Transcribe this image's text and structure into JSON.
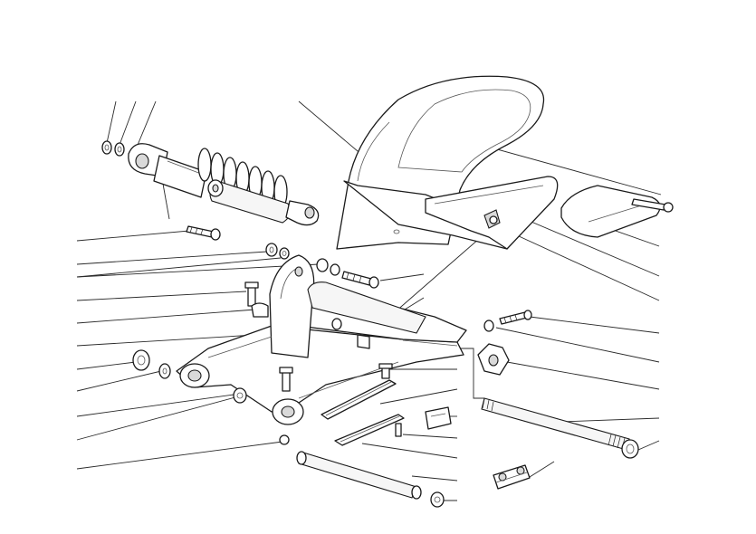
{
  "diagram": {
    "kind": "exploded-parts-drawing",
    "subject": "swingarm-and-rear-suspension",
    "line_color": "#1a1a1a",
    "background": "#ffffff",
    "leader_line_count": 33,
    "parts": [
      "shock-absorber",
      "rear-mudguard",
      "chain-guard",
      "chain-guard-cover",
      "swingarm",
      "swingarm-pivot-shaft",
      "wheel-spindle",
      "chain-adjuster",
      "chain-slider-upper",
      "chain-slider-lower",
      "chain-master-link",
      "shock-mount-bracket"
    ]
  }
}
